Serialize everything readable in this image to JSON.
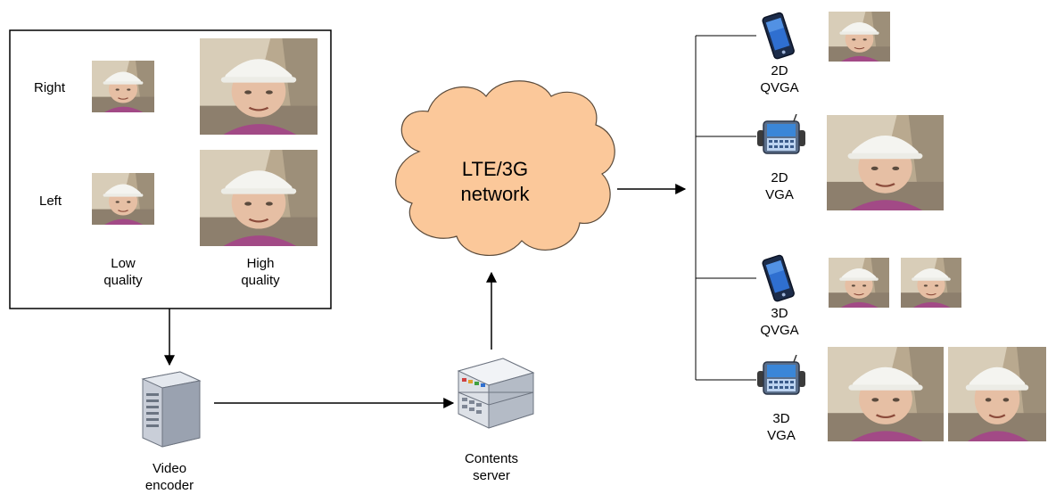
{
  "source_box": {
    "row_labels": {
      "right": "Right",
      "left": "Left"
    },
    "column_labels": {
      "low": "Low\nquality",
      "high": "High\nquality"
    }
  },
  "network": {
    "label_line1": "LTE/3G",
    "label_line2": "network"
  },
  "encoder": {
    "label_line1": "Video",
    "label_line2": "encoder"
  },
  "server": {
    "label_line1": "Contents",
    "label_line2": "server"
  },
  "clients": [
    {
      "label_line1": "2D",
      "label_line2": "QVGA",
      "device": "smartphone-icon"
    },
    {
      "label_line1": "2D",
      "label_line2": "VGA",
      "device": "handheld-keyboard-device-icon"
    },
    {
      "label_line1": "3D",
      "label_line2": "QVGA",
      "device": "smartphone-icon"
    },
    {
      "label_line1": "3D",
      "label_line2": "VGA",
      "device": "handheld-keyboard-device-icon"
    }
  ],
  "colors": {
    "cloud_fill": "#fbc89a",
    "cloud_stroke": "#5a4a3a"
  }
}
